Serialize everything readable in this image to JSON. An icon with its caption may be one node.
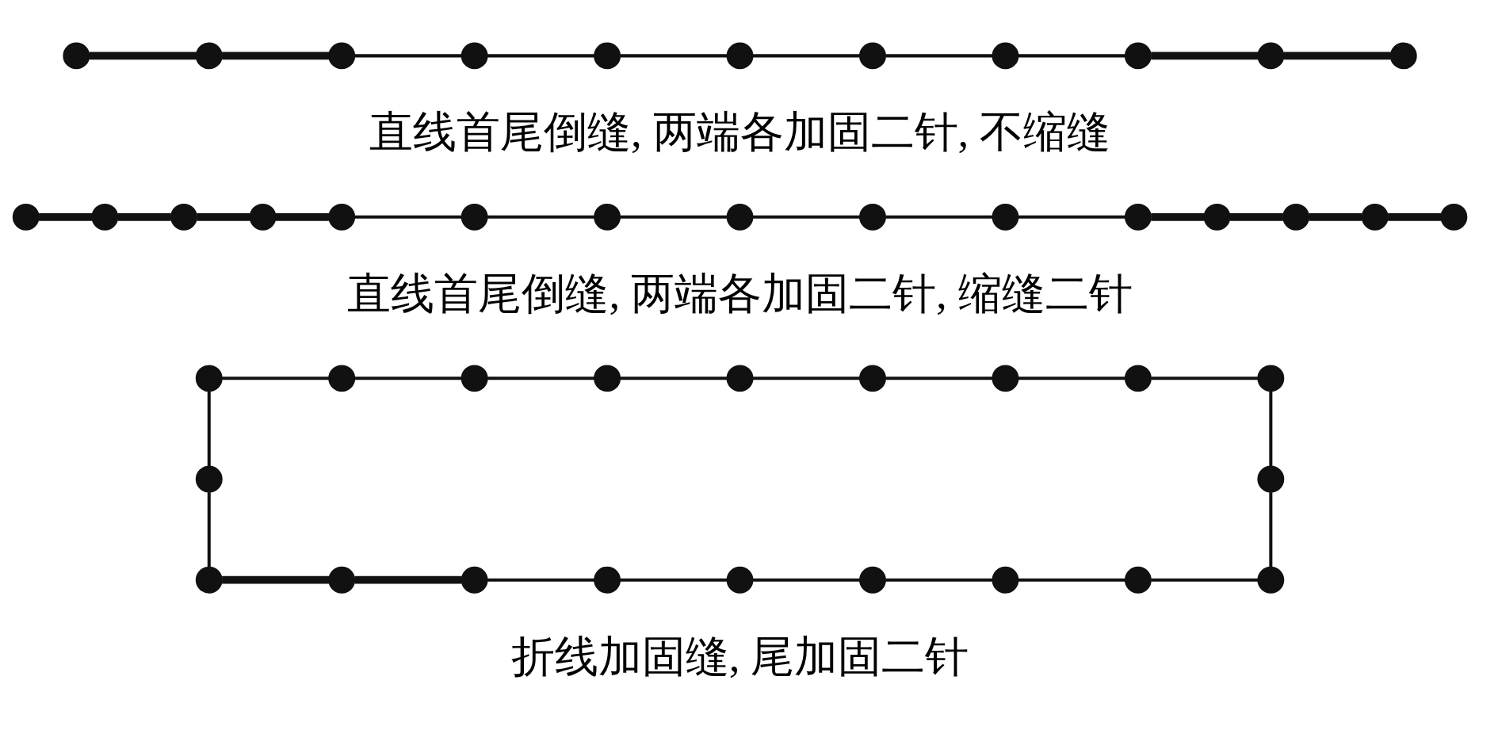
{
  "diagram": {
    "nodes": [
      {
        "text": [],
        "shape": "circle"
      },
      {
        "text": [],
        "shape": "circle"
      },
      {
        "text": [],
        "shape": "circle"
      },
      {
        "text": [],
        "shape": "circle"
      },
      {
        "text": [],
        "shape": "circle"
      },
      {
        "text": [],
        "shape": "circle"
      },
      {
        "text": [],
        "shape": "circle"
      },
      {
        "text": [],
        "shape": "circle"
      },
      {
        "text": [],
        "shape": "circle"
      },
      {
        "text": [],
        "shape": "circle"
      },
      {
        "text": [],
        "shape": "circle"
      },
      {
        "text": [],
        "shape": "circle"
      },
      {
        "text": [],
        "shape": "circle"
      },
      {
        "text": [],
        "shape": "circle"
      },
      {
        "text": [],
        "shape": "circle"
      },
      {
        "text": [],
        "shape": "circle"
      },
      {
        "text": [],
        "shape": "circle"
      },
      {
        "text": [],
        "shape": "circle"
      },
      {
        "text": [],
        "shape": "circle"
      },
      {
        "text": [],
        "shape": "circle"
      },
      {
        "text": [],
        "shape": "circle"
      },
      {
        "text": [],
        "shape": "circle"
      },
      {
        "text": [],
        "shape": "circle"
      },
      {
        "text": [],
        "shape": "circle"
      },
      {
        "text": [],
        "shape": "circle"
      },
      {
        "text": [],
        "shape": "circle"
      },
      {
        "text": [],
        "shape": "circle"
      },
      {
        "text": [],
        "shape": "circle"
      },
      {
        "text": [],
        "shape": "circle"
      },
      {
        "text": [],
        "shape": "circle"
      },
      {
        "text": [],
        "shape": "circle"
      },
      {
        "text": [],
        "shape": "circle"
      },
      {
        "text": [],
        "shape": "circle"
      },
      {
        "text": [],
        "shape": "circle"
      },
      {
        "text": [],
        "shape": "circle"
      },
      {
        "text": [],
        "shape": "circle"
      },
      {
        "text": [],
        "shape": "circle"
      },
      {
        "text": [],
        "shape": "circle"
      },
      {
        "text": [],
        "shape": "circle"
      },
      {
        "text": [],
        "shape": "circle"
      },
      {
        "text": [],
        "shape": "circle"
      },
      {
        "text": [],
        "shape": "circle"
      },
      {
        "text": [],
        "shape": "circle"
      },
      {
        "text": [],
        "shape": "circle"
      },
      {
        "text": [],
        "shape": "circle"
      },
      {
        "text": [],
        "shape": "circle"
      }
    ],
    "edges": [
      {
        "from": 0,
        "to": 1,
        "arrow": "none",
        "style": "thick"
      },
      {
        "from": 1,
        "to": 2,
        "arrow": "none",
        "style": "thick"
      },
      {
        "from": 2,
        "to": 3,
        "arrow": "none"
      },
      {
        "from": 3,
        "to": 4,
        "arrow": "none"
      },
      {
        "from": 4,
        "to": 5,
        "arrow": "none"
      },
      {
        "from": 5,
        "to": 6,
        "arrow": "none"
      },
      {
        "from": 6,
        "to": 7,
        "arrow": "none"
      },
      {
        "from": 7,
        "to": 8,
        "arrow": "none"
      },
      {
        "from": 8,
        "to": 9,
        "arrow": "none",
        "style": "thick"
      },
      {
        "from": 9,
        "to": 10,
        "arrow": "none",
        "style": "thick"
      },
      {
        "from": 11,
        "to": 12,
        "arrow": "none",
        "style": "thick"
      },
      {
        "from": 12,
        "to": 13,
        "arrow": "none",
        "style": "thick"
      },
      {
        "from": 13,
        "to": 14,
        "arrow": "none",
        "style": "thick"
      },
      {
        "from": 14,
        "to": 15,
        "arrow": "none",
        "style": "thick"
      },
      {
        "from": 15,
        "to": 16,
        "arrow": "none"
      },
      {
        "from": 16,
        "to": 17,
        "arrow": "none"
      },
      {
        "from": 17,
        "to": 18,
        "arrow": "none"
      },
      {
        "from": 18,
        "to": 19,
        "arrow": "none"
      },
      {
        "from": 19,
        "to": 20,
        "arrow": "none"
      },
      {
        "from": 20,
        "to": 21,
        "arrow": "none"
      },
      {
        "from": 21,
        "to": 22,
        "arrow": "none",
        "style": "thick"
      },
      {
        "from": 22,
        "to": 23,
        "arrow": "none",
        "style": "thick"
      },
      {
        "from": 23,
        "to": 24,
        "arrow": "none",
        "style": "thick"
      },
      {
        "from": 24,
        "to": 25,
        "arrow": "none",
        "style": "thick"
      },
      {
        "from": 26,
        "to": 27,
        "arrow": "none"
      },
      {
        "from": 27,
        "to": 28,
        "arrow": "none"
      },
      {
        "from": 28,
        "to": 29,
        "arrow": "none"
      },
      {
        "from": 29,
        "to": 30,
        "arrow": "none"
      },
      {
        "from": 30,
        "to": 31,
        "arrow": "none"
      },
      {
        "from": 31,
        "to": 32,
        "arrow": "none"
      },
      {
        "from": 32,
        "to": 33,
        "arrow": "none"
      },
      {
        "from": 33,
        "to": 34,
        "arrow": "none"
      },
      {
        "from": 26,
        "to": 35,
        "arrow": "none"
      },
      {
        "from": 35,
        "to": 37,
        "arrow": "none"
      },
      {
        "from": 34,
        "to": 36,
        "arrow": "none"
      },
      {
        "from": 36,
        "to": 45,
        "arrow": "none"
      },
      {
        "from": 37,
        "to": 38,
        "arrow": "none",
        "style": "thick"
      },
      {
        "from": 38,
        "to": 39,
        "arrow": "none",
        "style": "thick"
      },
      {
        "from": 39,
        "to": 40,
        "arrow": "none"
      },
      {
        "from": 40,
        "to": 41,
        "arrow": "none"
      },
      {
        "from": 41,
        "to": 42,
        "arrow": "none"
      },
      {
        "from": 42,
        "to": 43,
        "arrow": "none"
      },
      {
        "from": 43,
        "to": 44,
        "arrow": "none"
      },
      {
        "from": 44,
        "to": 45,
        "arrow": "none"
      }
    ],
    "labels": [
      "直线首尾倒缝, 两端各加固二针, 不缩缝",
      "直线首尾倒缝, 两端各加固二针, 缩缝二针",
      "折线加固缝, 尾加固二针"
    ]
  }
}
